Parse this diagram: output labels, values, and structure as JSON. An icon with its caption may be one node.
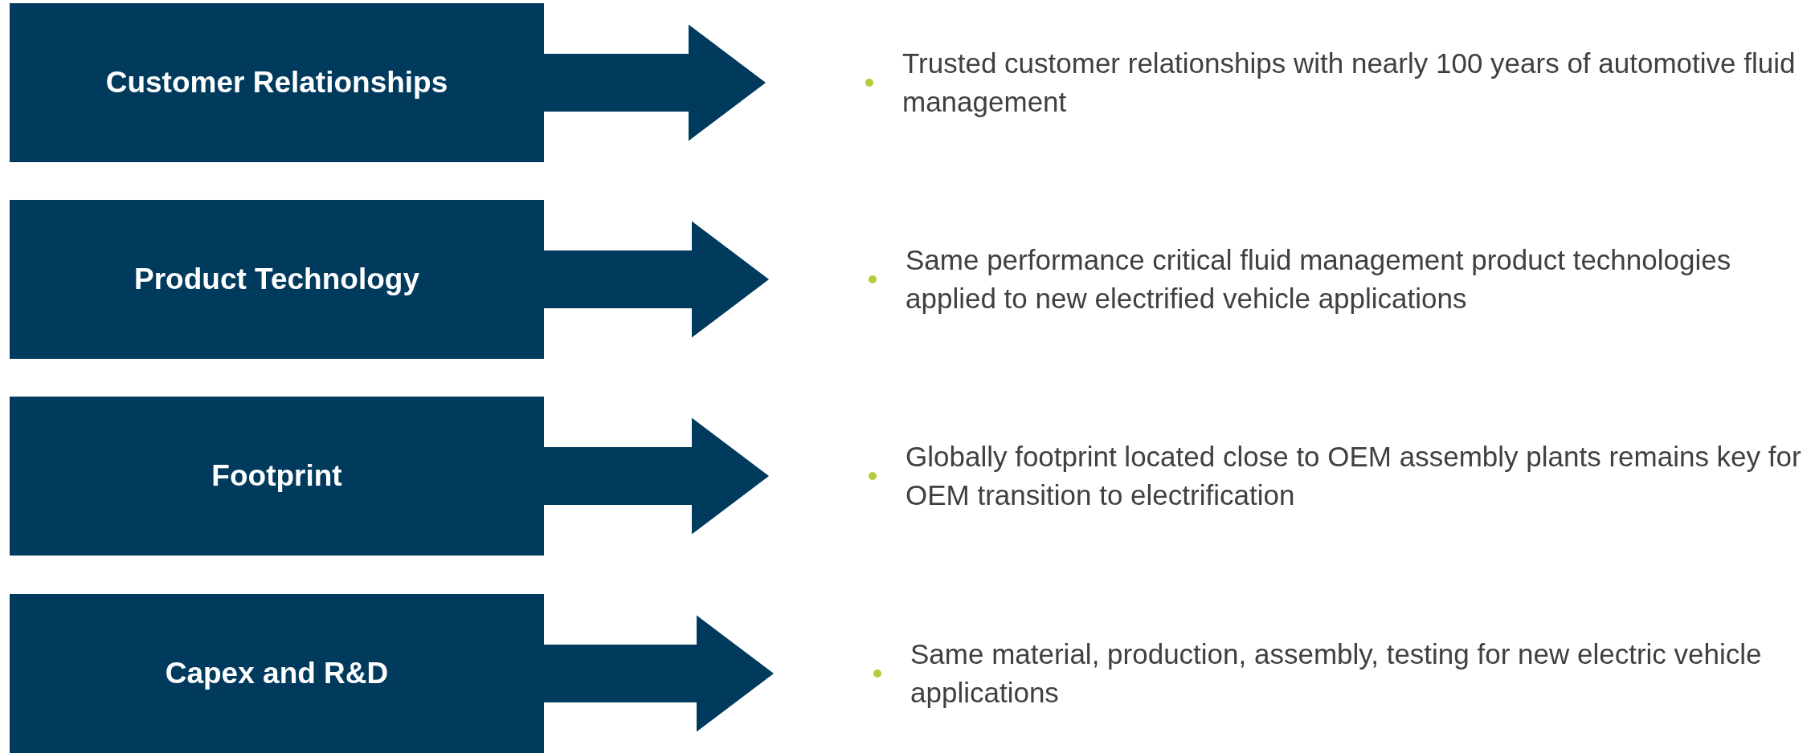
{
  "diagram": {
    "nodes": [
      {
        "text": [
          "Customer Relationships"
        ]
      },
      {
        "text": [
          "Trusted customer relationships with nearly 100 years of automotive fluid management"
        ]
      },
      {
        "text": [
          "Product Technology"
        ]
      },
      {
        "text": [
          "Same performance critical fluid management product technologies applied to new electrified vehicle applications"
        ]
      },
      {
        "text": [
          "Footprint"
        ]
      },
      {
        "text": [
          "Globally footprint located close to OEM assembly plants remains key for OEM transition to electrification"
        ]
      },
      {
        "text": [
          "Capex and R&D"
        ]
      },
      {
        "text": [
          "Same material, production, assembly, testing for new electric vehicle applications"
        ]
      }
    ],
    "edges": [
      {
        "from": 0,
        "to": 1,
        "arrow": "to",
        "style": "thick"
      },
      {
        "from": 2,
        "to": 3,
        "arrow": "to",
        "style": "thick"
      },
      {
        "from": 4,
        "to": 5,
        "arrow": "to",
        "style": "thick"
      },
      {
        "from": 6,
        "to": 7,
        "arrow": "to",
        "style": "thick"
      }
    ]
  }
}
